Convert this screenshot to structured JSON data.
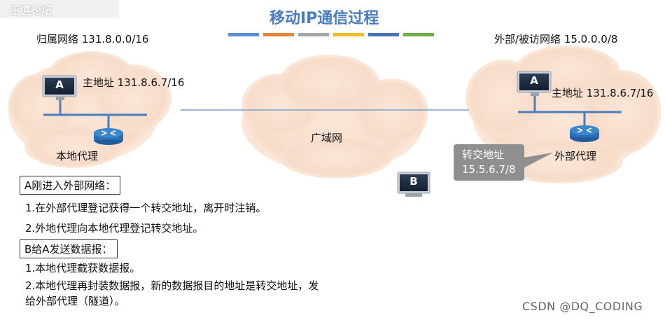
{
  "watermark_top": "王道论坛",
  "title": "移动IP通信过程",
  "title_bar_colors": [
    "#5b8fd4",
    "#e2843f",
    "#a6a6a6",
    "#f3bb2a",
    "#4a72b8",
    "#6fac46"
  ],
  "home_network": "归属网络 131.8.0.0/16",
  "foreign_network": "外部/被访网络 15.0.0.0/8",
  "home_host": {
    "badge": "A",
    "address": "主地址 131.8.6.7/16"
  },
  "foreign_host": {
    "badge": "A",
    "address": "主地址 131.8.6.7/16"
  },
  "home_agent": "本地代理",
  "foreign_agent": "外部代理",
  "wan": "广域网",
  "host_b": {
    "badge": "B"
  },
  "care_of": {
    "line1": "转交地址",
    "line2": "15.5.6.7/8"
  },
  "steps_a": {
    "header": "A刚进入外部网络：",
    "items": [
      "1.在外部代理登记获得一个转交地址，离开时注销。",
      "2.外地代理向本地代理登记转交地址。"
    ]
  },
  "steps_b": {
    "header": "B给A发送数据报：",
    "items": [
      "1.本地代理截获数据报。",
      "2.本地代理再封装数据报，新的数据报目的地址是转交地址，发给外部代理（隧道）。"
    ]
  },
  "watermark_bottom": "CSDN @DQ_CODING",
  "colors": {
    "title": "#4a7cc1",
    "cloud": "#f9e0cf",
    "router": "#2a6fb5",
    "link": "#4a7cc1",
    "callout": "#8f8f8f"
  }
}
